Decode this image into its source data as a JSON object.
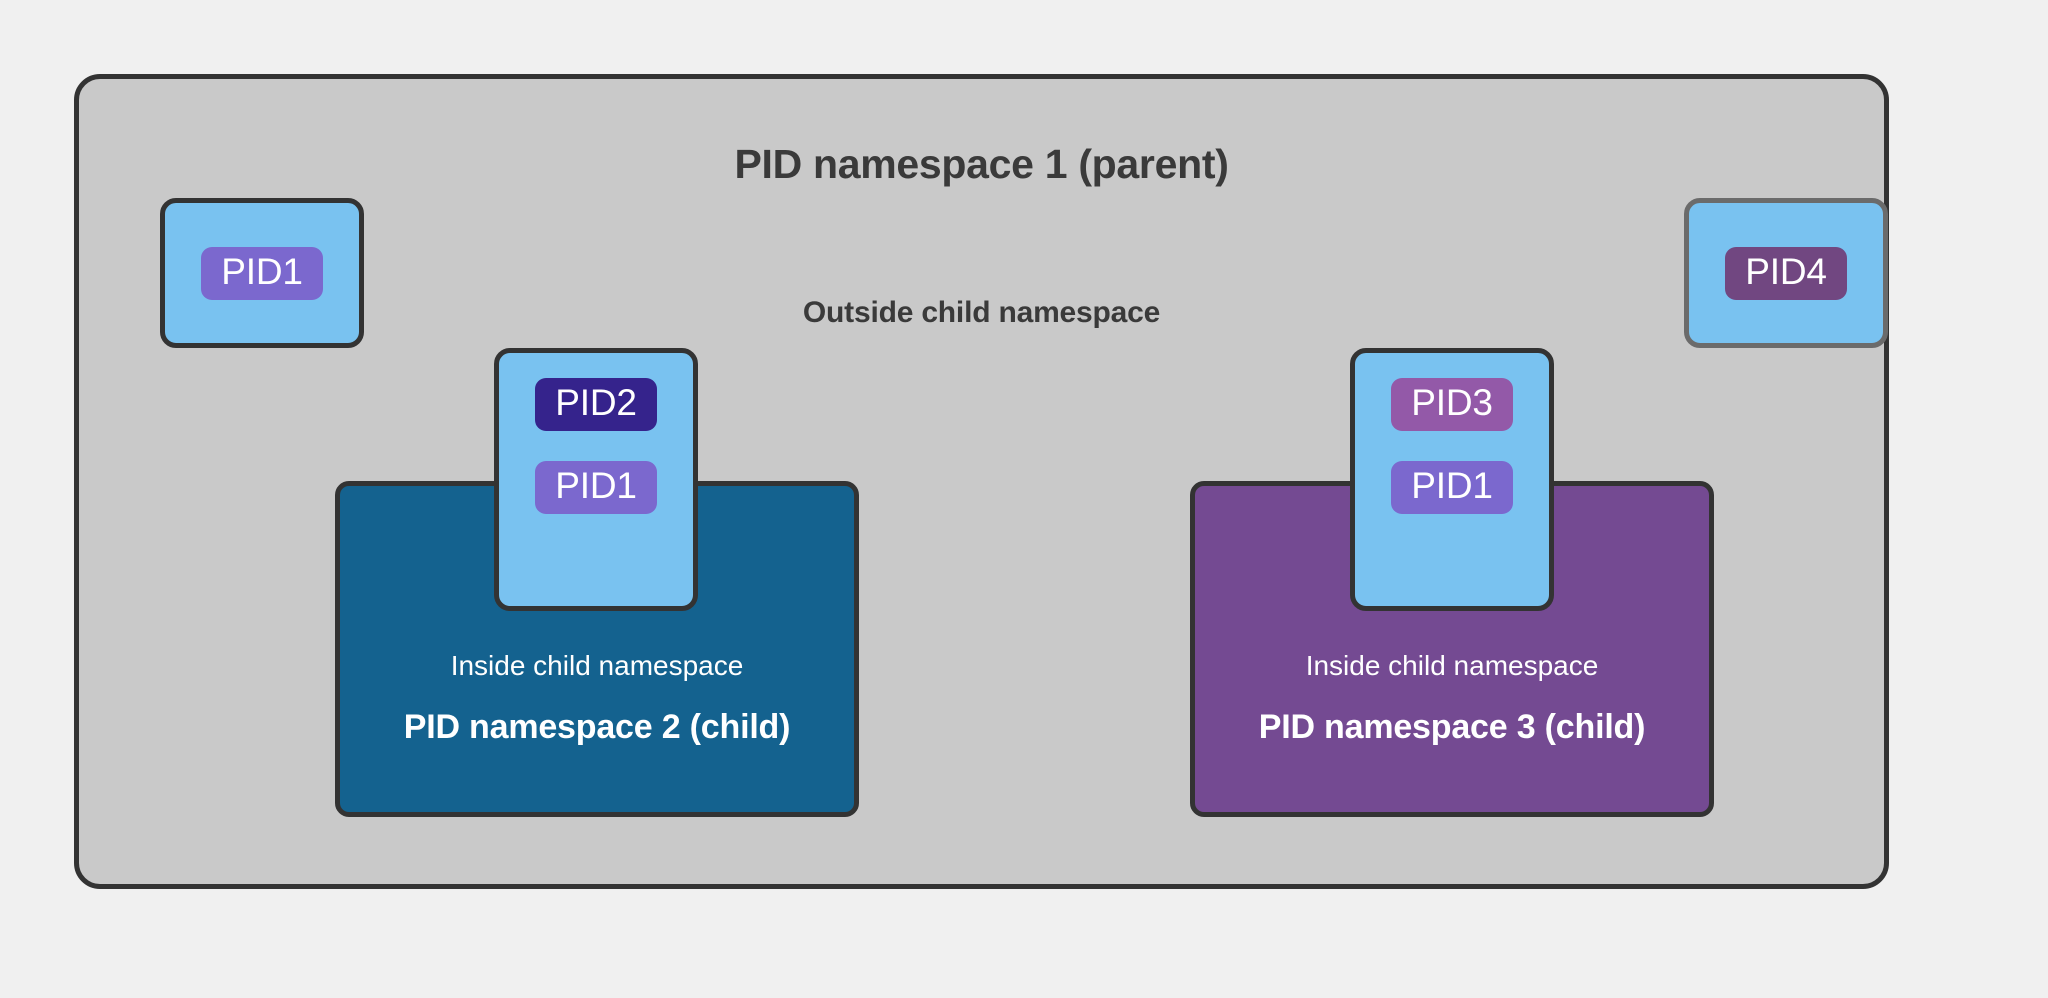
{
  "diagram": {
    "type": "linux-pid-namespace-diagram",
    "background_color": "#f0f0f0",
    "parent": {
      "title": "PID namespace 1 (parent)",
      "outside_label": "Outside child namespace",
      "fill_color": "#c9c9c9",
      "border_color": "#333333"
    },
    "children": [
      {
        "id": "child-ns-2",
        "inner_label": "Inside child namespace",
        "title": "PID namespace 2 (child)",
        "fill_color": "#14628f",
        "border_color": "#333333"
      },
      {
        "id": "child-ns-3",
        "inner_label": "Inside child namespace",
        "title": "PID namespace 3 (child)",
        "fill_color": "#744a92",
        "border_color": "#333333"
      }
    ],
    "process_cards": [
      {
        "id": "card-pid1-parent",
        "card_color": "#79c2f0",
        "border_color": "#333333",
        "badges": [
          {
            "label": "PID1",
            "color": "#7b68ce"
          }
        ]
      },
      {
        "id": "card-pid4-parent",
        "card_color": "#79c2f0",
        "border_color": "#6b6b6b",
        "badges": [
          {
            "label": "PID4",
            "color": "#714781"
          }
        ]
      },
      {
        "id": "card-straddle-left",
        "card_color": "#79c2f0",
        "border_color": "#333333",
        "badges": [
          {
            "label": "PID2",
            "color": "#35238c"
          },
          {
            "label": "PID1",
            "color": "#7b68ce"
          }
        ]
      },
      {
        "id": "card-straddle-right",
        "card_color": "#79c2f0",
        "border_color": "#333333",
        "badges": [
          {
            "label": "PID3",
            "color": "#9359a8"
          },
          {
            "label": "PID1",
            "color": "#7b68ce"
          }
        ]
      }
    ]
  }
}
